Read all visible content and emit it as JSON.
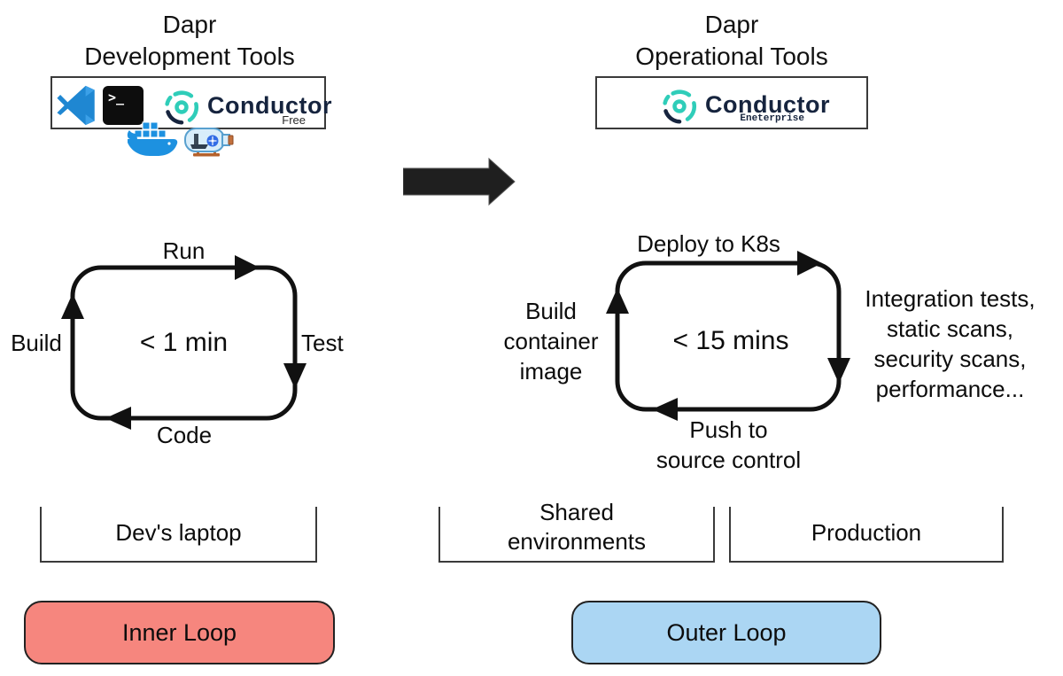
{
  "dev_tools": {
    "title_line1": "Dapr",
    "title_line2": "Development Tools",
    "conductor": {
      "name": "Conductor",
      "tier": "Free"
    }
  },
  "ops_tools": {
    "title_line1": "Dapr",
    "title_line2": "Operational Tools",
    "conductor": {
      "name": "Conductor",
      "tier": "Eneterprise"
    }
  },
  "inner_loop": {
    "top_label": "Run",
    "right_label": "Test",
    "bottom_label": "Code",
    "left_label": "Build",
    "center_label": "< 1 min",
    "platform_label": "Dev's laptop",
    "badge_label": "Inner Loop",
    "badge_color": "#f6867e"
  },
  "outer_loop": {
    "top_label": "Deploy to K8s",
    "right_lines": [
      "Integration tests,",
      "static scans,",
      "security scans,",
      "performance..."
    ],
    "left_lines": [
      "Build",
      "container",
      "image"
    ],
    "bottom_lines": [
      "Push to",
      "source control"
    ],
    "center_label": "< 15 mins",
    "platform_labels": [
      "Shared environments",
      "Production"
    ],
    "badge_label": "Outer Loop",
    "badge_color": "#abd6f3"
  },
  "colors": {
    "loop_stroke": "#111111",
    "big_arrow": "#1f1f1f",
    "conductor_teal": "#2fcdb9",
    "brand_navy": "#16243e"
  }
}
